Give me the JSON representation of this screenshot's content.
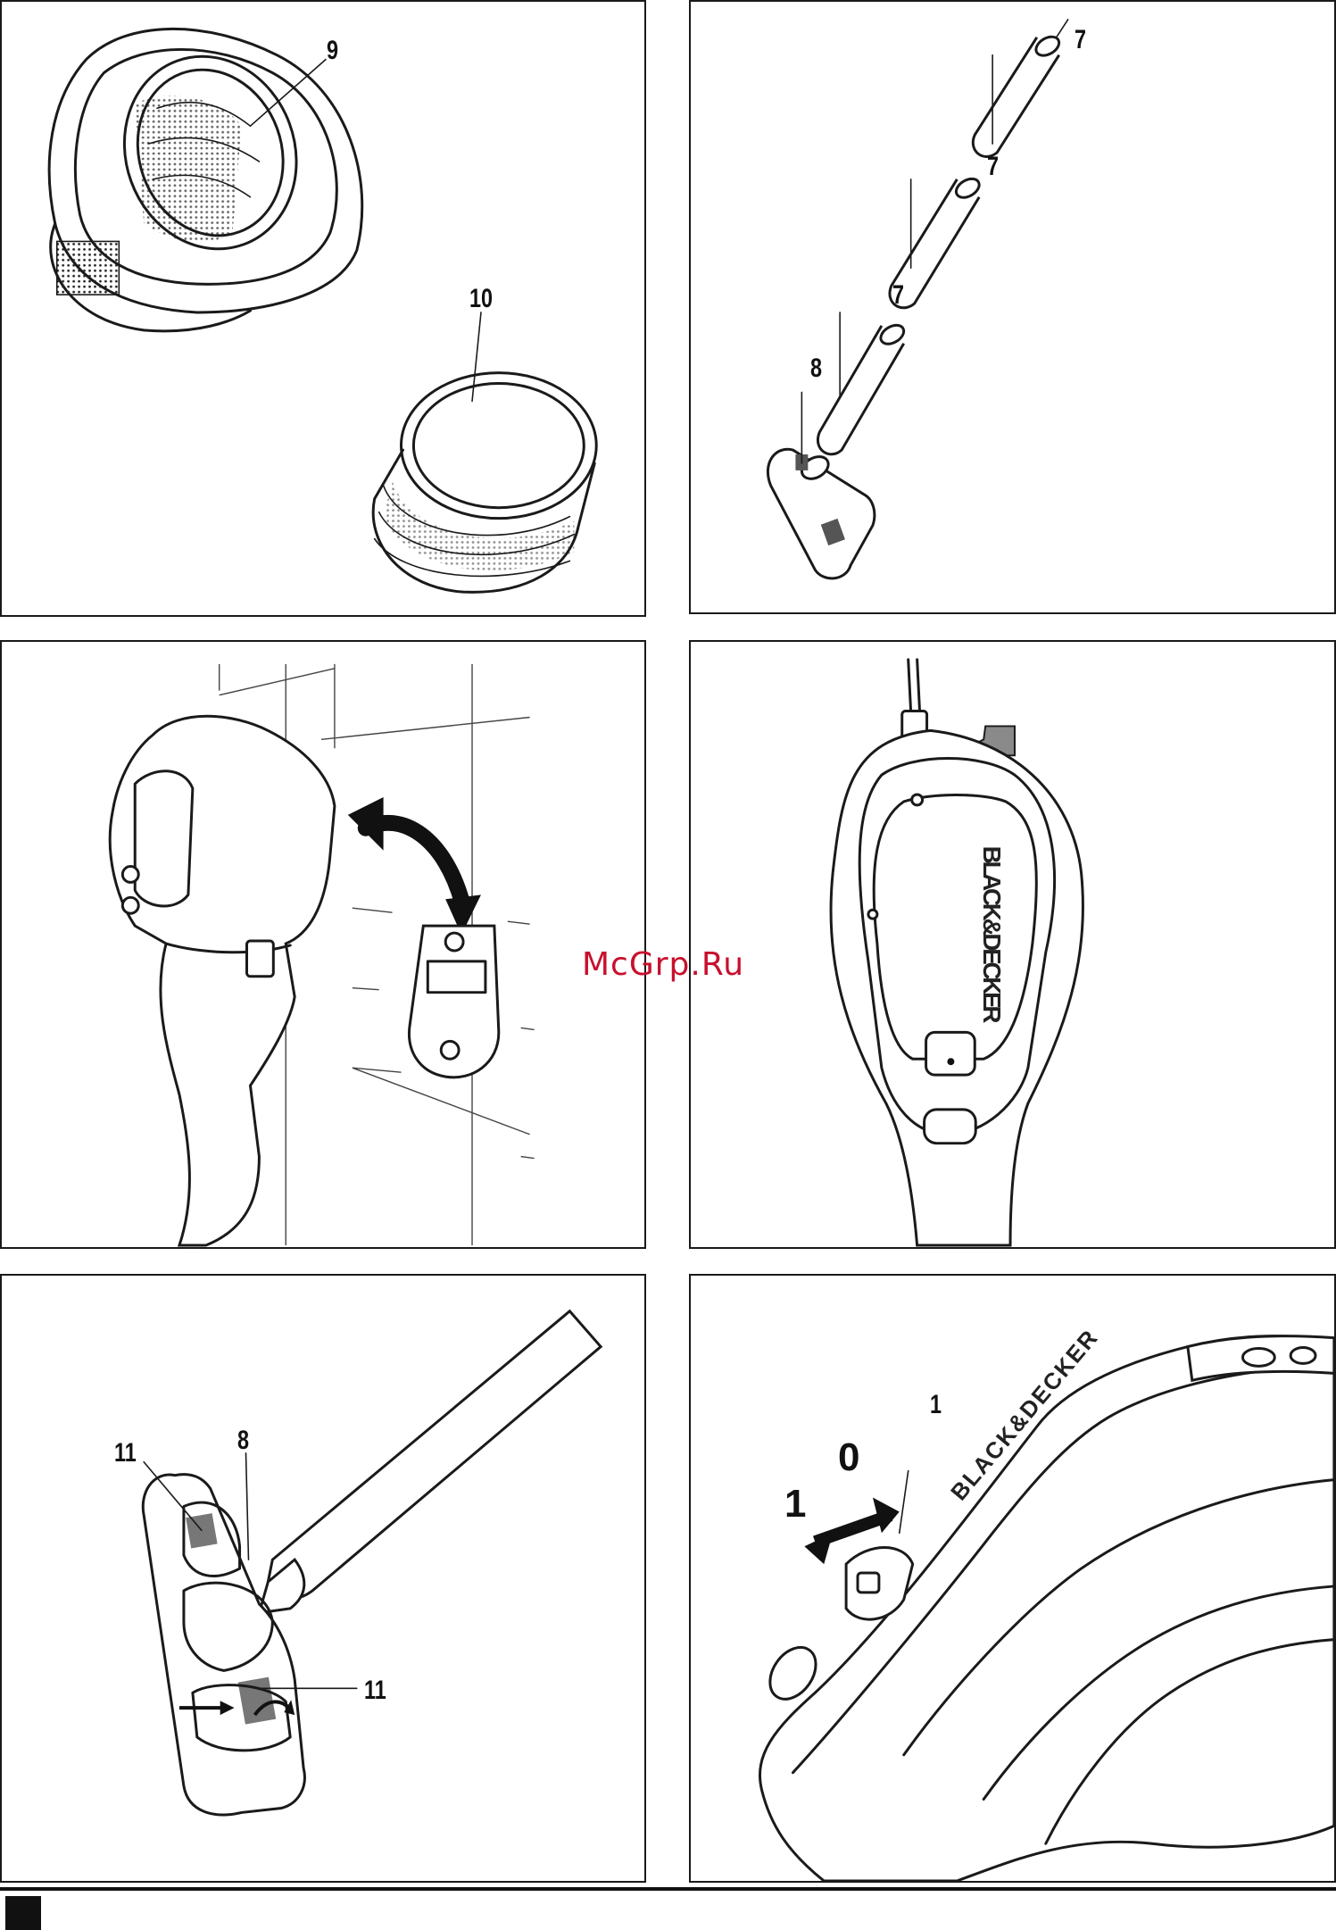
{
  "watermark": "McGrp.Ru",
  "panels": {
    "filters": {
      "callouts": [
        "9",
        "10"
      ]
    },
    "tubes": {
      "callouts": [
        "7",
        "7",
        "7",
        "8"
      ]
    },
    "wall_mount": {
      "callouts": []
    },
    "charging": {
      "callouts": [],
      "brand": "BLACK&DECKER"
    },
    "nozzle": {
      "callouts": [
        "11",
        "8",
        "11"
      ]
    },
    "switch": {
      "callouts": [
        "1",
        "0",
        "1"
      ],
      "brand": "BLACK&DECKER"
    }
  }
}
